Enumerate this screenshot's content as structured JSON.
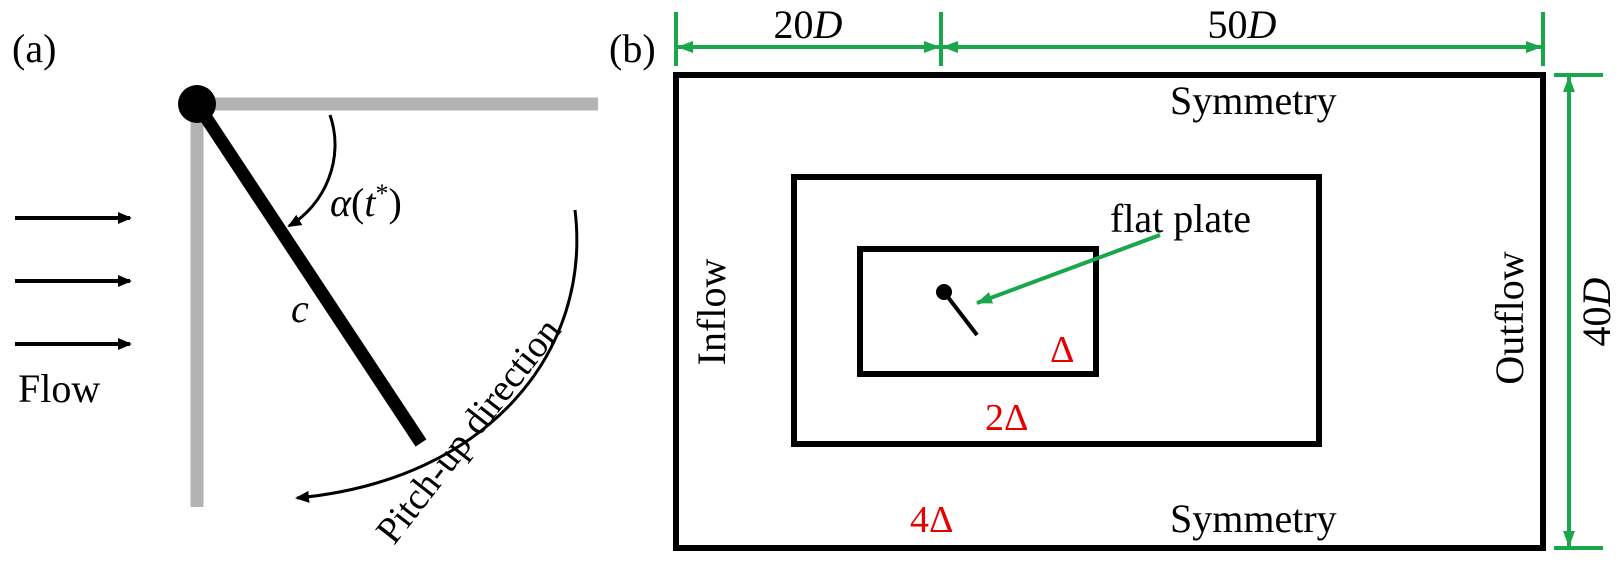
{
  "panel_a": {
    "label": "(a)",
    "flow_label": "Flow",
    "angle_symbol": "α",
    "angle_arg_open": "(",
    "angle_arg_var": "t",
    "angle_arg_sup": "*",
    "angle_arg_close": ")",
    "chord_label": "c",
    "rotation_label": "Pitch-up direction",
    "colors": {
      "reference_lines": "#b3b3b3",
      "plate": "#000000"
    }
  },
  "panel_b": {
    "label": "(b)",
    "dim_top_left_num": "20",
    "dim_top_left_unit": "D",
    "dim_top_right_num": "50",
    "dim_top_right_unit": "D",
    "dim_right_num": "40",
    "dim_right_unit": "D",
    "top_boundary": "Symmetry",
    "bottom_boundary": "Symmetry",
    "left_boundary": "Inflow",
    "right_boundary": "Outflow",
    "plate_label": "flat plate",
    "mesh_levels": [
      "Δ",
      "2Δ",
      "4Δ"
    ],
    "colors": {
      "dimension": "#1aa64a",
      "mesh_label": "#e60000"
    }
  }
}
